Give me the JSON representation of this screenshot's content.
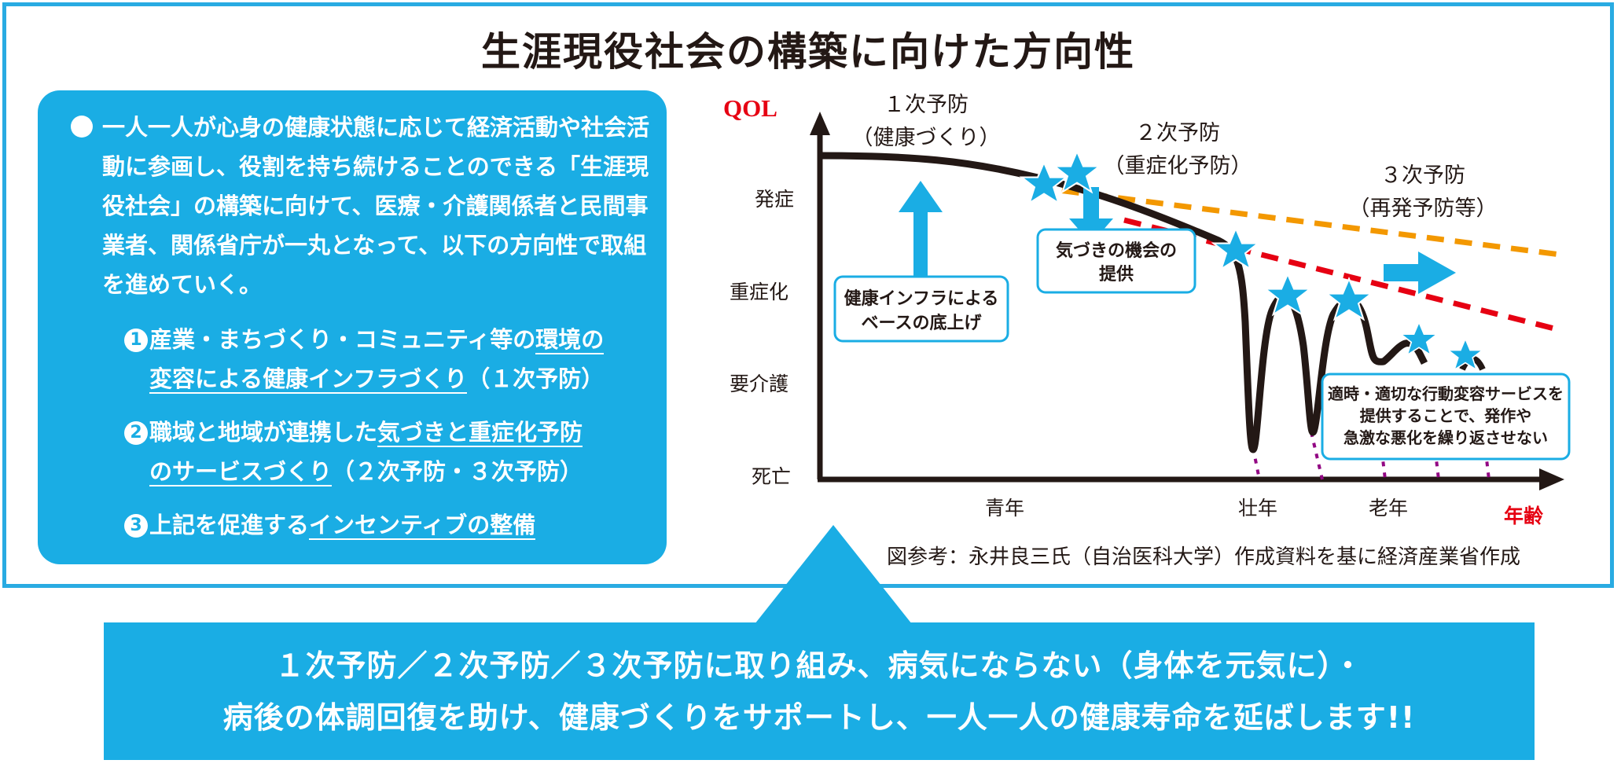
{
  "title": "生涯現役社会の構築に向けた方向性",
  "panel": {
    "intro": "一人一人が心身の健康状態に応じて経済活動や社会活動に参画し、役割を持ち続けることのできる「生涯現役社会」の構築に向けて、医療・介護関係者と民間事業者、関係省庁が一丸となって、以下の方向性で取組を進めていく。",
    "items": [
      {
        "num": "1",
        "pre": "産業・まちづくり・コミュニティ等の",
        "hl1": "環境の",
        "hl2": "変容による健康インフラづくり",
        "post": "（１次予防）"
      },
      {
        "num": "2",
        "pre": "職域と地域が連携した",
        "hl1": "気づきと重症化予防",
        "hl2": "のサービスづくり",
        "post": "（２次予防・３次予防）"
      },
      {
        "num": "3",
        "pre": "上記を促進する",
        "hl1": "インセンティブの整備",
        "hl2": "",
        "post": ""
      }
    ]
  },
  "chart": {
    "y_axis_label": "QOL",
    "x_axis_label": "年齢",
    "y_levels": [
      "発症",
      "重症化",
      "要介護",
      "死亡"
    ],
    "x_stages": [
      "青年",
      "壮年",
      "老年"
    ],
    "phases": [
      {
        "line1": "１次予防",
        "line2": "（健康づくり）"
      },
      {
        "line1": "２次予防",
        "line2": "（重症化予防）"
      },
      {
        "line1": "３次予防",
        "line2": "（再発予防等）"
      }
    ],
    "callouts": {
      "infra": [
        "健康インフラによる",
        "ベースの底上げ"
      ],
      "awareness": [
        "気づきの機会の",
        "提供"
      ],
      "services": [
        "適時・適切な行動変容サービスを",
        "提供することで、発作や",
        "急激な悪化を繰り返させない"
      ]
    },
    "colors": {
      "accent": "#1aade4",
      "red": "#e60012",
      "orange": "#f39800",
      "purple": "#920783",
      "curve": "#231815"
    }
  },
  "credit": "図参考：永井良三氏（自治医科大学）作成資料を基に経済産業省作成",
  "band": {
    "line1": "１次予防／２次予防／３次予防に取り組み、病気にならない（身体を元気に）・",
    "line2": "病後の体調回復を助け、健康づくりをサポートし、一人一人の健康寿命を延ばします!!"
  }
}
